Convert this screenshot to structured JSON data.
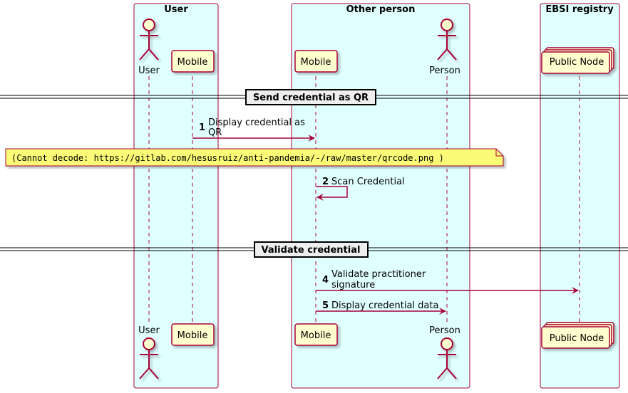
{
  "colors": {
    "box_fill": "#E0FFFF",
    "box_stroke": "#A80036",
    "participant_fill": "#FEFECE",
    "lifeline": "#A80036",
    "arrow": "#A80036",
    "note_fill": "#FBFB77"
  },
  "boxes": {
    "user": "User",
    "other_person": "Other person",
    "ebsi": "EBSI registry"
  },
  "participants": {
    "user_actor": "User",
    "user_mobile": "Mobile",
    "other_mobile": "Mobile",
    "person_actor": "Person",
    "public_node": "Public Node"
  },
  "separators": {
    "send": "Send credential as QR",
    "validate": "Validate credential"
  },
  "messages": {
    "m1": {
      "num": "1",
      "line1": "Display credential as",
      "line2": "QR"
    },
    "m2": {
      "num": "2",
      "line1": "Scan Credential"
    },
    "m4": {
      "num": "4",
      "line1": "Validate practitioner",
      "line2": "signature"
    },
    "m5": {
      "num": "5",
      "line1": "Display credential data"
    }
  },
  "note": {
    "text": "(Cannot decode: https://gitlab.com/hesusruiz/anti-pandemia/-/raw/master/qrcode.png )"
  }
}
